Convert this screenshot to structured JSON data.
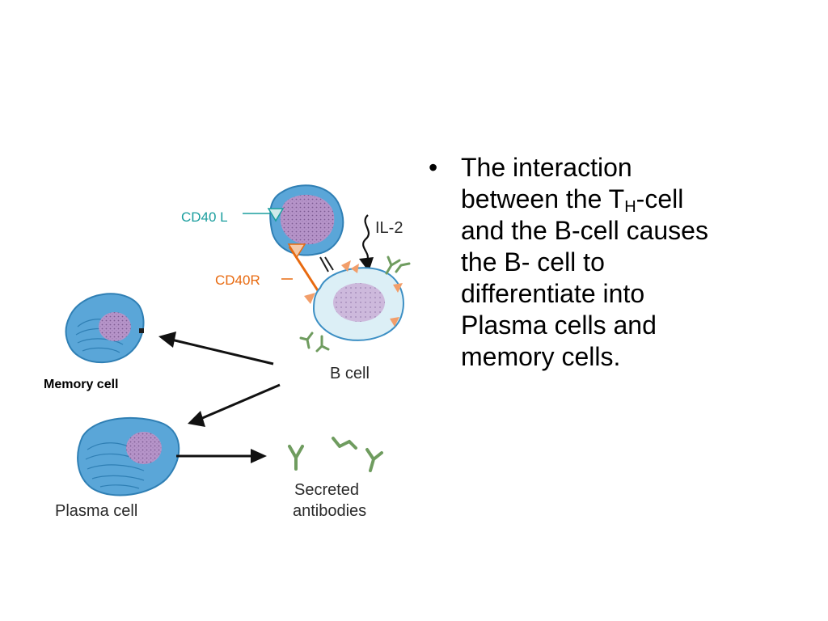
{
  "diagram": {
    "labels": {
      "cd40l": "CD40 L",
      "il2": "IL-2",
      "cd40r": "CD40R",
      "bcell": "B cell",
      "memory_cell": "Memory cell",
      "plasma_cell": "Plasma cell",
      "secreted": "Secreted",
      "antibodies": "antibodies"
    },
    "colors": {
      "cd40l_label": "#1a9e9e",
      "cd40r_label": "#e86a10",
      "cell_blue": "#5ba8d8",
      "bcell_fill": "#dceff6",
      "nucleus": "#b89ac8",
      "antibody": "#7ea76e"
    }
  },
  "bullet": {
    "symbol": "•",
    "line1": "The interaction",
    "line2_pre": "between the T",
    "line2_sub": "H",
    "line2_post": "-cell",
    "line3": "and the B-cell causes",
    "line4": "the B- cell to",
    "line5": "differentiate into",
    "line6": "Plasma cells and",
    "line7": "memory cells."
  }
}
